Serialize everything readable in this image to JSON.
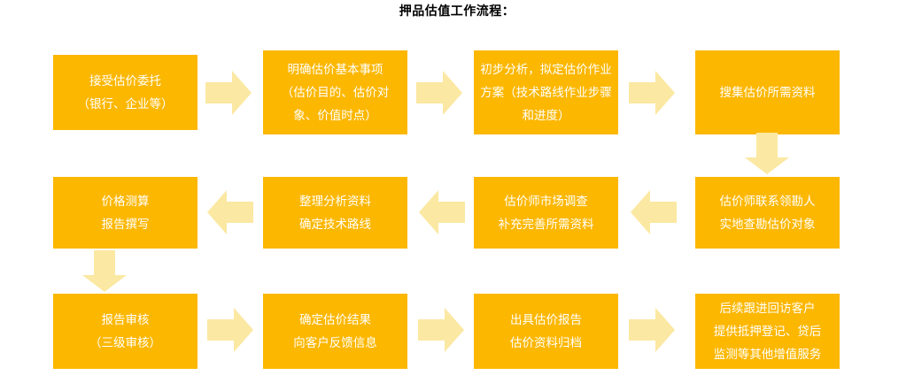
{
  "title": "押品估值工作流程：",
  "colors": {
    "node_fill": "#FCB700",
    "node_text": "#FFFFFF",
    "arrow_fill": "#FBE8A2",
    "title_text": "#000000",
    "background": "#FFFFFF"
  },
  "rows": [
    {
      "direction": "left-to-right",
      "nodes": [
        {
          "id": "n1",
          "lines": [
            "接受估价委托",
            "（银行、企业等）"
          ]
        },
        {
          "id": "n2",
          "lines": [
            "明确估价基本事项",
            "（估价目的、估价对",
            "象、价值时点）"
          ]
        },
        {
          "id": "n3",
          "lines": [
            "初步分析，拟定估价作业",
            "方案（技术路线作业步骤",
            "和进度）"
          ]
        },
        {
          "id": "n4",
          "lines": [
            "搜集估价所需资料"
          ]
        }
      ]
    },
    {
      "direction": "right-to-left",
      "nodes": [
        {
          "id": "n8",
          "lines": [
            "价格测算",
            "报告撰写"
          ]
        },
        {
          "id": "n7",
          "lines": [
            "整理分析资料",
            "确定技术路线"
          ]
        },
        {
          "id": "n6",
          "lines": [
            "估价师市场调查",
            "补充完善所需资料"
          ]
        },
        {
          "id": "n5",
          "lines": [
            "估价师联系领勘人",
            "实地查勘估价对象"
          ]
        }
      ]
    },
    {
      "direction": "left-to-right",
      "nodes": [
        {
          "id": "n9",
          "lines": [
            "报告审核",
            "（三级审核）"
          ]
        },
        {
          "id": "n10",
          "lines": [
            "确定估价结果",
            "向客户反馈信息"
          ]
        },
        {
          "id": "n11",
          "lines": [
            "出具估价报告",
            "估价资料归档"
          ]
        },
        {
          "id": "n12",
          "lines": [
            "后续跟进回访客户",
            "提供抵押登记、贷后",
            "监测等其他增值服务"
          ]
        }
      ]
    }
  ],
  "connectors": [
    {
      "id": "a1",
      "from": "n1",
      "to": "n2",
      "direction": "right"
    },
    {
      "id": "a2",
      "from": "n2",
      "to": "n3",
      "direction": "right"
    },
    {
      "id": "a3",
      "from": "n3",
      "to": "n4",
      "direction": "right"
    },
    {
      "id": "a4",
      "from": "n4",
      "to": "n5",
      "direction": "down"
    },
    {
      "id": "a5",
      "from": "n5",
      "to": "n6",
      "direction": "left"
    },
    {
      "id": "a6",
      "from": "n6",
      "to": "n7",
      "direction": "left"
    },
    {
      "id": "a7",
      "from": "n7",
      "to": "n8",
      "direction": "left"
    },
    {
      "id": "a8",
      "from": "n8",
      "to": "n9",
      "direction": "down"
    },
    {
      "id": "a9",
      "from": "n9",
      "to": "n10",
      "direction": "right"
    },
    {
      "id": "a10",
      "from": "n10",
      "to": "n11",
      "direction": "right"
    },
    {
      "id": "a11",
      "from": "n11",
      "to": "n12",
      "direction": "right"
    }
  ]
}
